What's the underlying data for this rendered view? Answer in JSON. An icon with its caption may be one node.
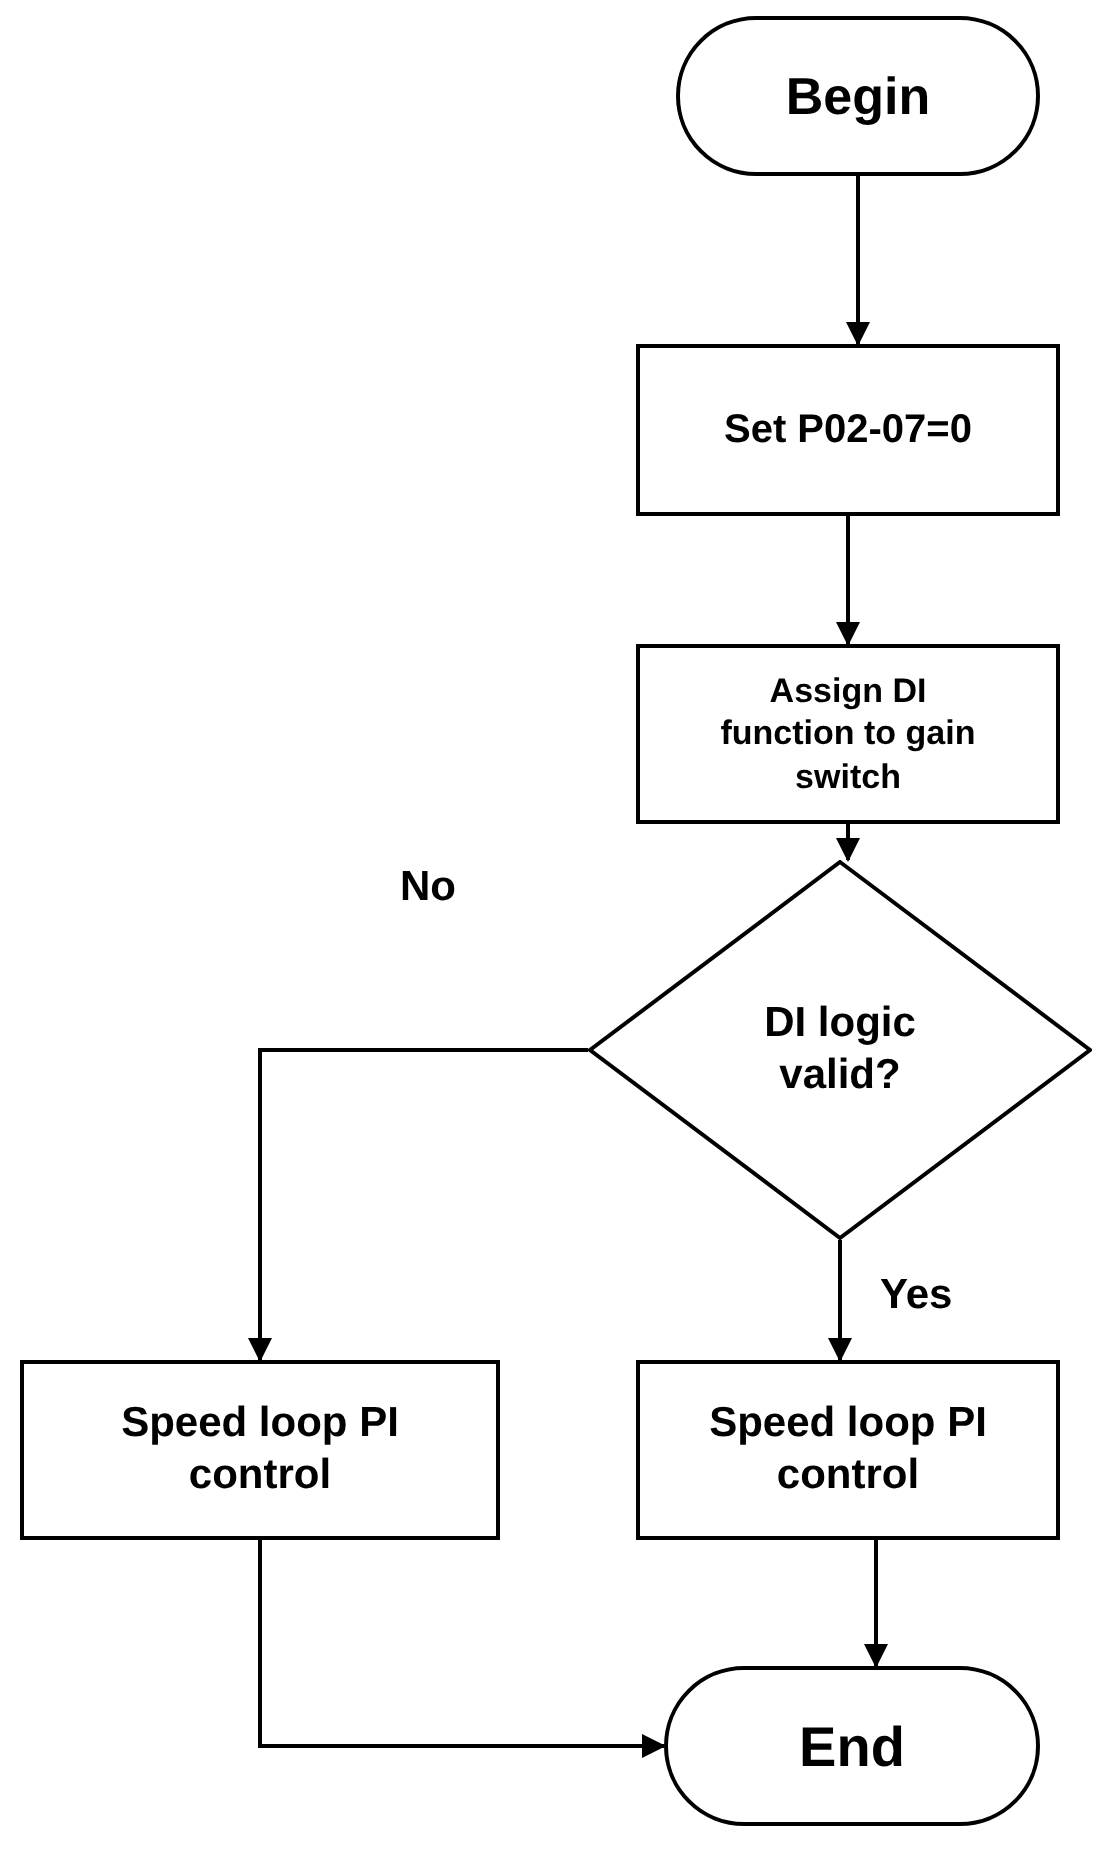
{
  "diagram": {
    "nodes": [
      {
        "text": [
          "Begin"
        ]
      },
      {
        "text": [
          "Set P02-07=0"
        ]
      },
      {
        "text": [
          "Assign DI function to gain switch"
        ]
      },
      {
        "text": [
          "DI logic valid?"
        ]
      },
      {
        "text": [
          "Speed loop PI control"
        ]
      },
      {
        "text": [
          "Speed loop PI control"
        ]
      },
      {
        "text": [
          "End"
        ]
      }
    ],
    "edges": [
      {
        "from": 0,
        "to": 1,
        "arrow": "to"
      },
      {
        "from": 1,
        "to": 2,
        "arrow": "to"
      },
      {
        "from": 2,
        "to": 3,
        "arrow": "to"
      },
      {
        "from": 3,
        "to": 5,
        "arrow": "to",
        "label": "Yes"
      },
      {
        "from": 3,
        "to": 4,
        "arrow": "to",
        "label": "No"
      },
      {
        "from": 4,
        "to": 6,
        "arrow": "to"
      },
      {
        "from": 5,
        "to": 6,
        "arrow": "to"
      }
    ]
  }
}
